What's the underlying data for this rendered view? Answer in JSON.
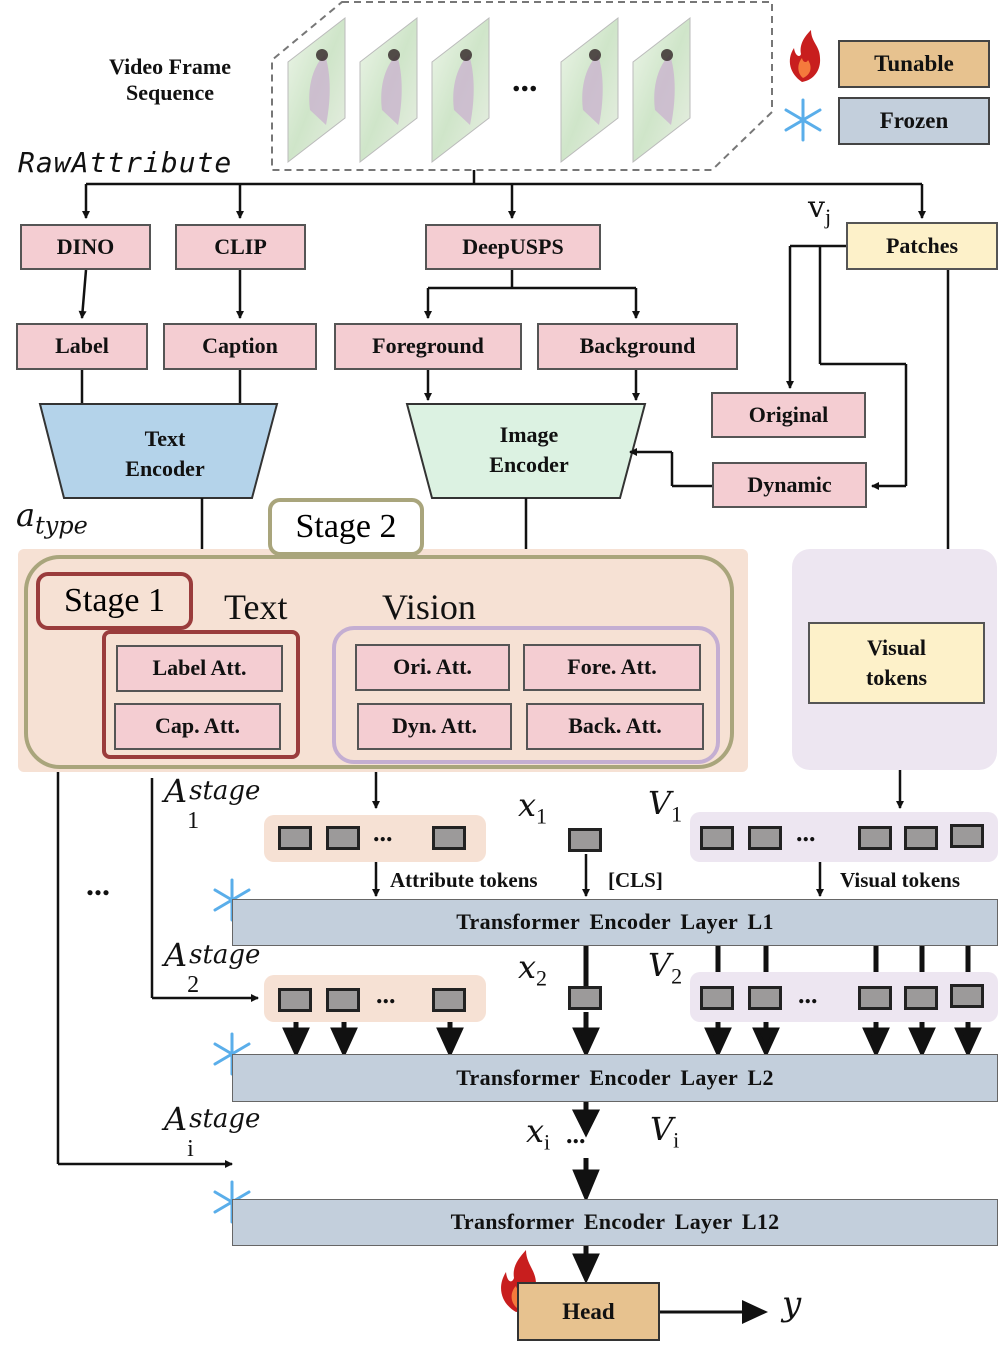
{
  "input": {
    "title_line1": "Video Frame",
    "title_line2": "Sequence",
    "ellipsis": "..."
  },
  "legend": {
    "tunable": "Tunable",
    "frozen": "Frozen",
    "tunable_color": "#e7c28f",
    "frozen_color": "#c3cfdc"
  },
  "raw_attribute": "RawAttribute",
  "extractors": {
    "dino": "DINO",
    "clip": "CLIP",
    "deepusps": "DeepUSPS",
    "patches": "Patches"
  },
  "outputs": {
    "label": "Label",
    "caption": "Caption",
    "foreground": "Foreground",
    "background": "Background",
    "original": "Original",
    "dynamic": "Dynamic"
  },
  "encoders": {
    "text_line1": "Text",
    "text_line2": "Encoder",
    "image_line1": "Image",
    "image_line2": "Encoder"
  },
  "math": {
    "v_j_base": "v",
    "v_j_sub": "j",
    "a_type_base": "a",
    "a_type_sub": "type",
    "A_base": "A",
    "A_sup": "stage",
    "A1_sub": "1",
    "A2_sub": "2",
    "Ai_sub": "i",
    "x_base": "x",
    "x1_sub": "1",
    "x2_sub": "2",
    "xi_sub": "i",
    "V_base": "V",
    "V1_sub": "1",
    "V2_sub": "2",
    "Vi_sub": "i",
    "y": "y"
  },
  "stages": {
    "stage1": "Stage 1",
    "stage2": "Stage 2",
    "text": "Text",
    "vision": "Vision"
  },
  "attributes": {
    "label_att": "Label Att.",
    "cap_att": "Cap. Att.",
    "ori_att": "Ori. Att.",
    "fore_att": "Fore. Att.",
    "dyn_att": "Dyn. Att.",
    "back_att": "Back. Att."
  },
  "visual_tokens": {
    "line1": "Visual",
    "line2": "tokens"
  },
  "token_labels": {
    "attribute_tokens": "Attribute tokens",
    "cls": "[CLS]",
    "visual_tokens": "Visual tokens",
    "dots": "...",
    "left_dots": "..."
  },
  "layers": {
    "l1": "Transformer  Encoder Layer L1",
    "l2": "Transformer  Encoder Layer L2",
    "l12": "Transformer  Encoder Layer L12",
    "head": "Head"
  },
  "colors": {
    "pink": "#f4cdd2",
    "yellow": "#fdf1c9",
    "text_encoder": "#b4d3ea",
    "image_encoder": "#dcf2e2",
    "stage2_bg": "#f6e1d4",
    "stage2_border": "#a9a57c",
    "stage1_border": "#9a3c3c",
    "vision_border": "#c4aed2",
    "visual_panel": "#ede6f1",
    "head": "#e7c28f"
  }
}
